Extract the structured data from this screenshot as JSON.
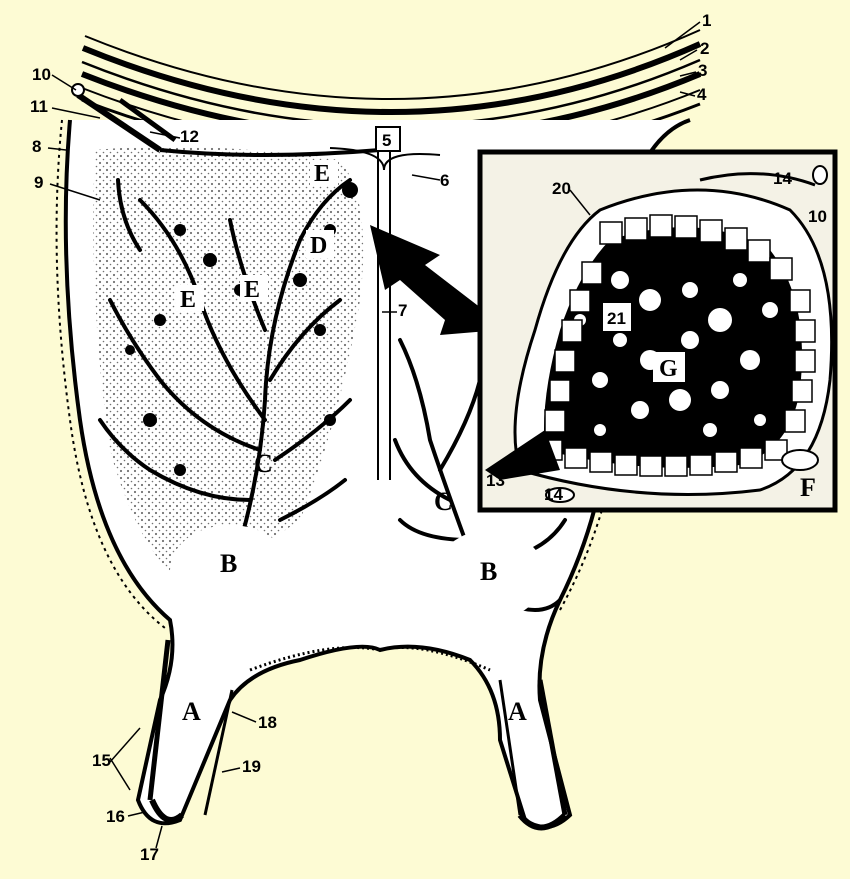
{
  "colors": {
    "background": "#fdfbd4",
    "ink": "#000000",
    "tissue": "#ffffff",
    "paper": "#f4f2e6"
  },
  "numbers": [
    "1",
    "2",
    "3",
    "4",
    "5",
    "6",
    "7",
    "8",
    "9",
    "10",
    "11",
    "12",
    "13",
    "14",
    "15",
    "16",
    "17",
    "18",
    "19",
    "20",
    "21"
  ],
  "letters": [
    "A",
    "B",
    "C",
    "D",
    "E",
    "F",
    "G"
  ],
  "labels": {
    "n1": "1",
    "n2": "2",
    "n3": "3",
    "n4": "4",
    "n5": "5",
    "n6": "6",
    "n7": "7",
    "n8": "8",
    "n9": "9",
    "n10": "10",
    "n10b": "10",
    "n11": "11",
    "n12": "12",
    "n13": "13",
    "n14a": "14",
    "n14b": "14",
    "n15": "15",
    "n16": "16",
    "n17": "17",
    "n18": "18",
    "n19": "19",
    "n20": "20",
    "n21": "21",
    "A": "A",
    "B": "B",
    "C": "C",
    "D": "D",
    "E": "E",
    "F": "F",
    "G": "G"
  }
}
